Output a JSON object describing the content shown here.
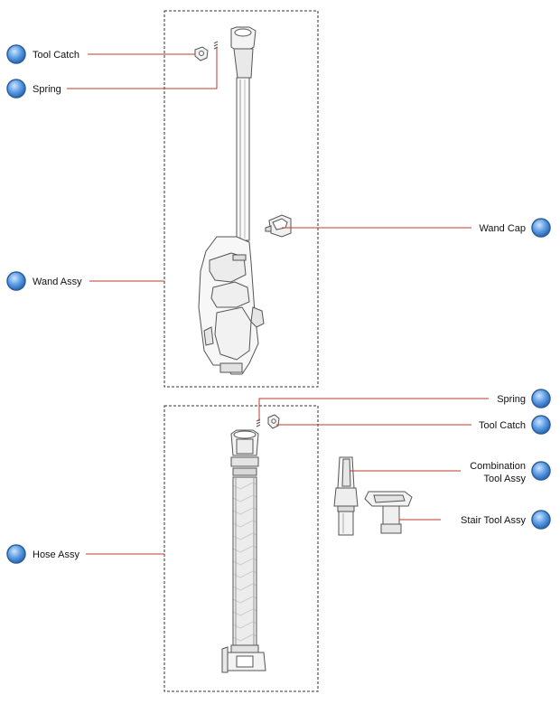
{
  "callouts": {
    "tool_catch_top": "Tool Catch",
    "spring_top": "Spring",
    "wand_assy": "Wand Assy",
    "wand_cap": "Wand Cap",
    "spring_bottom": "Spring",
    "tool_catch_bottom": "Tool Catch",
    "combination_tool_line1": "Combination",
    "combination_tool_line2": "Tool Assy",
    "stair_tool": "Stair Tool Assy",
    "hose_assy": "Hose Assy"
  },
  "colors": {
    "leader": "#c0392b",
    "button_fill": "#4f8fd6",
    "button_ring": "#2f5f9a",
    "outline": "#555555"
  },
  "icons": {
    "callout_button": "blue-round-button"
  }
}
